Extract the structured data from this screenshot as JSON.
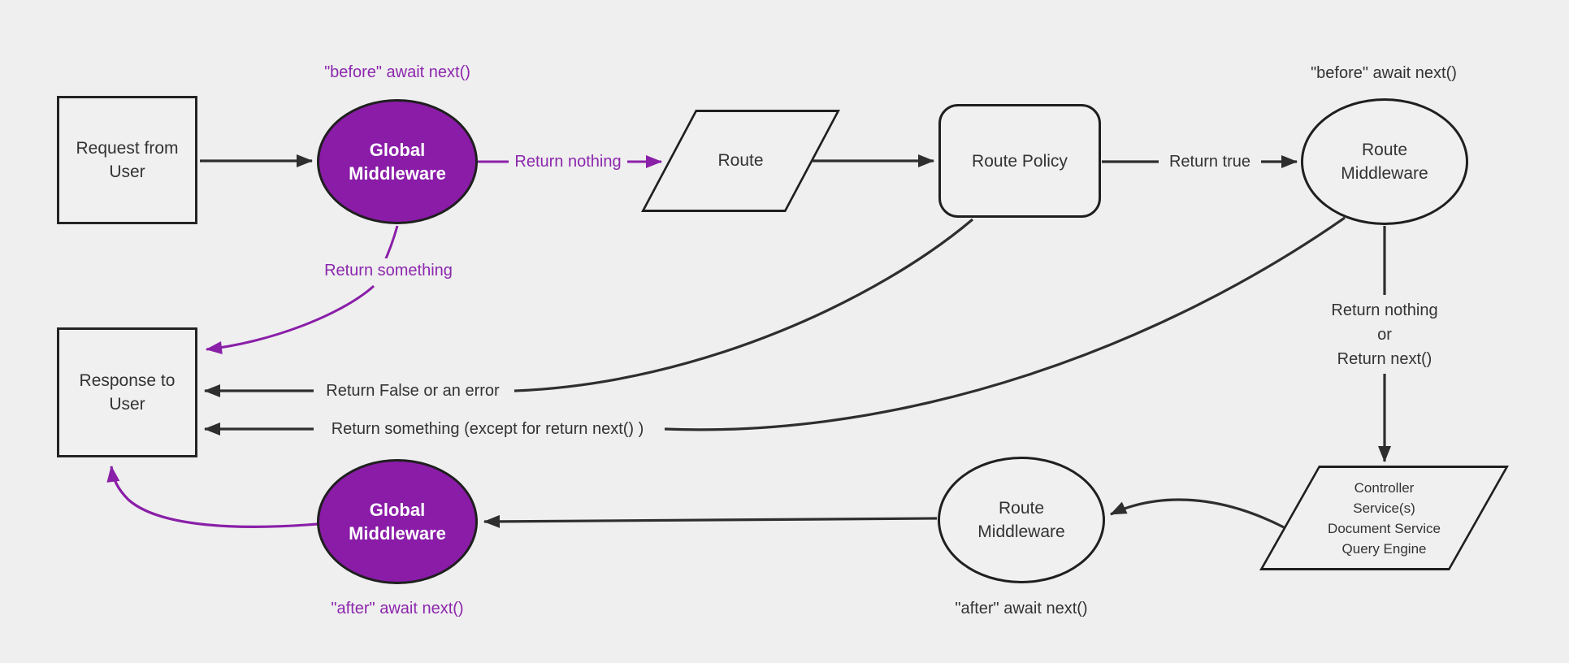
{
  "diagram": {
    "background": "#efefef",
    "colors": {
      "purple_fill": "#8a1ca8",
      "purple_line": "#8a1fa8",
      "purple_text": "#8c27ad",
      "dark_line": "#2e2e2e",
      "node_border": "#1f1f1f",
      "node_fill": "#f0f0f0",
      "text": "#333333",
      "white_text": "#ffffff"
    },
    "nodes": {
      "request": {
        "label": "Request from\nUser"
      },
      "global_middleware_top": {
        "label": "Global\nMiddleware"
      },
      "route": {
        "label": "Route"
      },
      "route_policy": {
        "label": "Route Policy"
      },
      "route_middleware_top": {
        "label": "Route\nMiddleware"
      },
      "controller": {
        "label": "Controller\nService(s)\nDocument Service\nQuery Engine"
      },
      "route_middleware_bottom": {
        "label": "Route\nMiddleware"
      },
      "global_middleware_bottom": {
        "label": "Global\nMiddleware"
      },
      "response": {
        "label": "Response to\nUser"
      }
    },
    "edge_labels": {
      "before_await_global": "\"before\" await next()",
      "return_nothing": "Return nothing",
      "return_true": "Return true",
      "before_await_route": "\"before\" await next()",
      "return_nothing_or_next": "Return nothing\nor\nReturn next()",
      "return_something": "Return something",
      "return_false_or_error": "Return False or an error",
      "return_something_except": "Return something (except for return next() )",
      "after_await_route": "\"after\" await next()",
      "after_await_global": "\"after\" await next()"
    }
  }
}
